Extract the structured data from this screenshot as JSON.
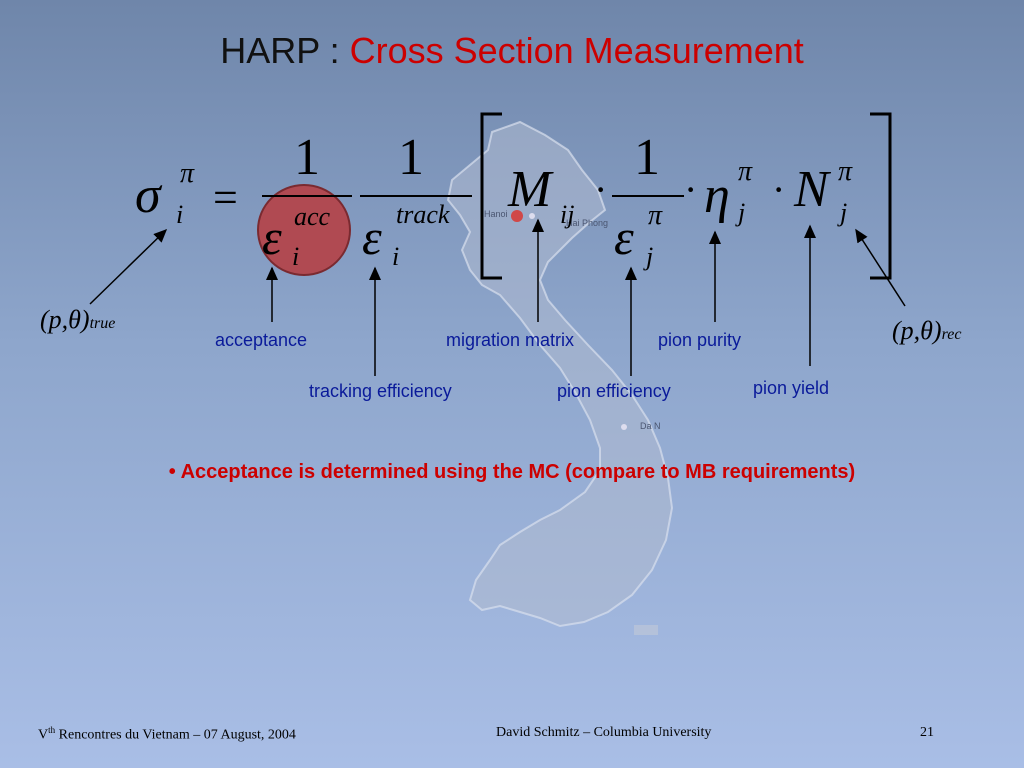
{
  "title": {
    "prefix": "HARP : ",
    "accent": "Cross Section Measurement"
  },
  "equation": {
    "sigma": "σ",
    "sigma_sup": "π",
    "sigma_sub": "i",
    "equals": "=",
    "one_a": "1",
    "eps_acc": "ε",
    "eps_acc_sup": "acc",
    "eps_acc_sub": "i",
    "one_b": "1",
    "eps_track": "ε",
    "eps_track_sup": "track",
    "eps_track_sub": "i",
    "M": "M",
    "M_sub": "ij",
    "dot": "·",
    "one_c": "1",
    "eps_j": "ε",
    "eps_j_sup": "π",
    "eps_j_sub": "j",
    "eta": "η",
    "eta_sup": "π",
    "eta_sub": "j",
    "N": "N",
    "N_sup": "π",
    "N_sub": "j"
  },
  "ptheta_true": {
    "text": "(p,θ)",
    "sub": "true"
  },
  "ptheta_rec": {
    "text": "(p,θ)",
    "sub": "rec"
  },
  "labels": {
    "acceptance": "acceptance",
    "tracking": "tracking efficiency",
    "migration": "migration matrix",
    "pion_eff": "pion efficiency",
    "pion_purity": "pion purity",
    "pion_yield": "pion yield"
  },
  "bullet": "• Acceptance is determined using the MC (compare to MB requirements)",
  "map_labels": {
    "hanoi": "Hanoi",
    "haiphong": "Hai Phong",
    "danang": "Da N"
  },
  "footer": {
    "left_pre": "V",
    "left_sup": "th",
    "left_post": " Rencontres du Vietnam – 07 August, 2004",
    "center": "David Schmitz – Columbia University",
    "page": "21"
  }
}
